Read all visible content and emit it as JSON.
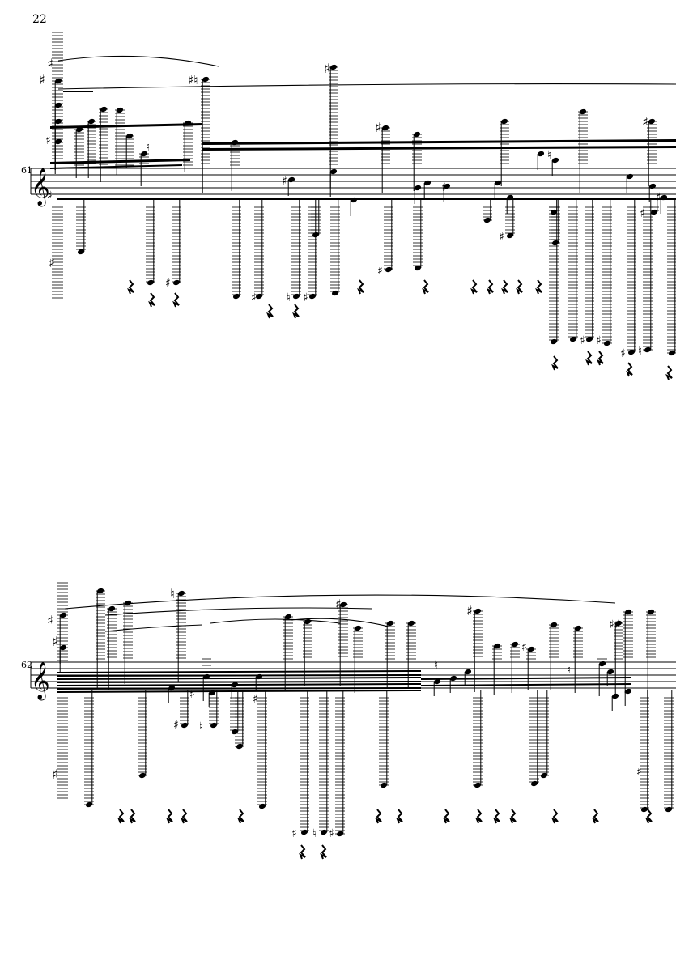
{
  "page": {
    "number": "22"
  },
  "systems": [
    {
      "measure_number": "61",
      "clef": "treble-clef",
      "accidental_glyphs": [
        "♯",
        "♮"
      ]
    },
    {
      "measure_number": "62",
      "clef": "treble-clef",
      "accidental_glyphs": [
        "♯",
        "♮"
      ]
    }
  ],
  "colors": {
    "ink": "#000000",
    "paper": "#ffffff"
  },
  "glyphs": {
    "treble_clef": "𝄞",
    "sharp": "♯",
    "natural": "♮",
    "quarter_rest": "𝄽"
  }
}
